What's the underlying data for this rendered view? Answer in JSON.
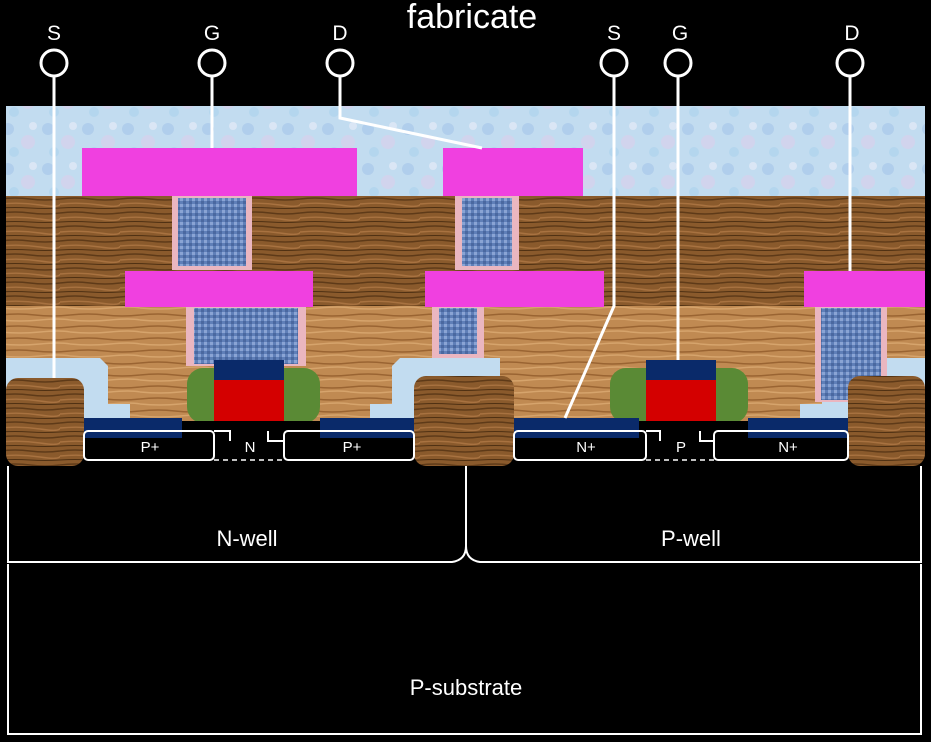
{
  "title": "fabricate",
  "terminals": [
    "S",
    "G",
    "D",
    "S",
    "G",
    "D"
  ],
  "regions": {
    "pmos_left": "P+",
    "pmos_channel": "N",
    "pmos_right": "P+",
    "nmos_left": "N+",
    "nmos_channel": "P",
    "nmos_right": "N+"
  },
  "wells": {
    "left": "N-well",
    "right": "P-well"
  },
  "substrate": "P-substrate",
  "colors": {
    "oxide": "#b9d6ee",
    "wood": "#9a6a3a",
    "wood_light": "#c8945a",
    "metal": "#f040e0",
    "via": "#6d8ec4",
    "diffusion": "#0a2a6a",
    "gate": "#d40000",
    "gate_cap": "#0a2a6a",
    "spacer": "#5a8a35"
  }
}
